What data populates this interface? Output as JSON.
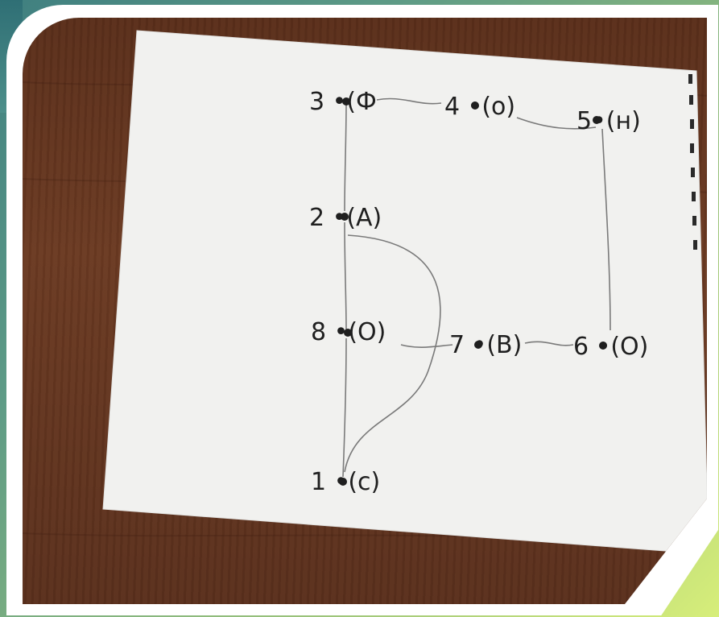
{
  "photo": {
    "subject": "handwritten graph on white paper"
  },
  "graph": {
    "nodes": [
      {
        "id": "3",
        "letter": "Ф",
        "label": "3 •(Ф"
      },
      {
        "id": "4",
        "letter": "О",
        "label": "4 •(о)"
      },
      {
        "id": "5",
        "letter": "Н",
        "label": "5•(н)"
      },
      {
        "id": "2",
        "letter": "А",
        "label": "2 •(A)"
      },
      {
        "id": "8",
        "letter": "О",
        "label": "8 •(O)"
      },
      {
        "id": "7",
        "letter": "В",
        "label": "7 •(B)"
      },
      {
        "id": "6",
        "letter": "О",
        "label": "6 •(O)"
      },
      {
        "id": "1",
        "letter": "С",
        "label": "1 •(c)"
      }
    ],
    "edges": [
      [
        "3",
        "4"
      ],
      [
        "4",
        "5"
      ],
      [
        "5",
        "6"
      ],
      [
        "6",
        "7"
      ],
      [
        "7",
        "8"
      ],
      [
        "3",
        "2"
      ],
      [
        "2",
        "8"
      ],
      [
        "8",
        "1"
      ],
      [
        "2",
        "1"
      ]
    ]
  },
  "colors": {
    "paper": "#f1f1ef",
    "ink": "#1f1f1f",
    "pencil": "#7a7a7a",
    "table": "#5f3320",
    "frame_gradient_start": "#3f7f80",
    "frame_gradient_end": "#d7ee7a"
  }
}
